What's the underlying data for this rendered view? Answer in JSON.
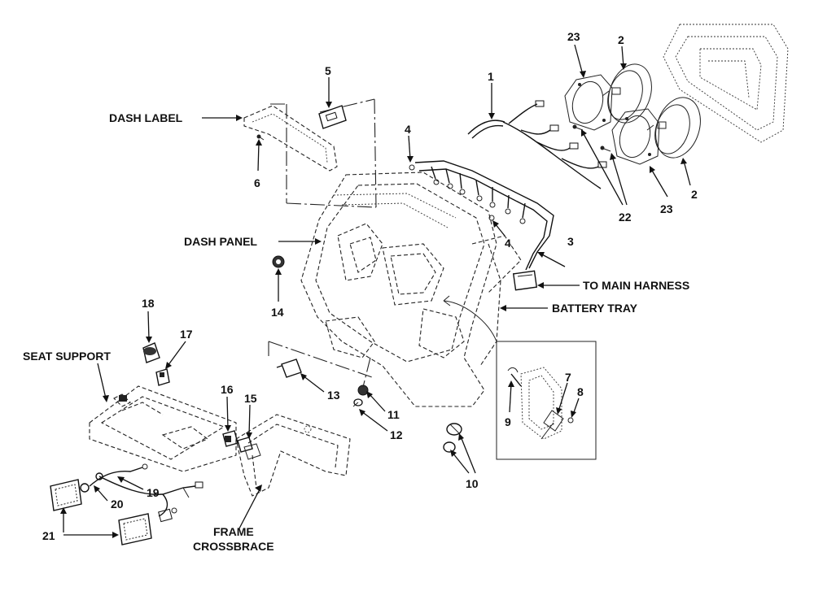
{
  "labels": {
    "dash_label": "DASH LABEL",
    "dash_panel": "DASH PANEL",
    "seat_support": "SEAT SUPPORT",
    "frame_crossbrace_1": "FRAME",
    "frame_crossbrace_2": "CROSSBRACE",
    "to_main_harness": "TO MAIN HARNESS",
    "battery_tray": "BATTERY TRAY"
  },
  "callouts": {
    "c1": "1",
    "c2a": "2",
    "c2b": "2",
    "c3": "3",
    "c4a": "4",
    "c4b": "4",
    "c5": "5",
    "c6": "6",
    "c7": "7",
    "c8": "8",
    "c9": "9",
    "c10": "10",
    "c11": "11",
    "c12": "12",
    "c13": "13",
    "c14": "14",
    "c15": "15",
    "c16": "16",
    "c17": "17",
    "c18": "18",
    "c19": "19",
    "c20": "20",
    "c21": "21",
    "c22": "22",
    "c23a": "23",
    "c23b": "23"
  }
}
